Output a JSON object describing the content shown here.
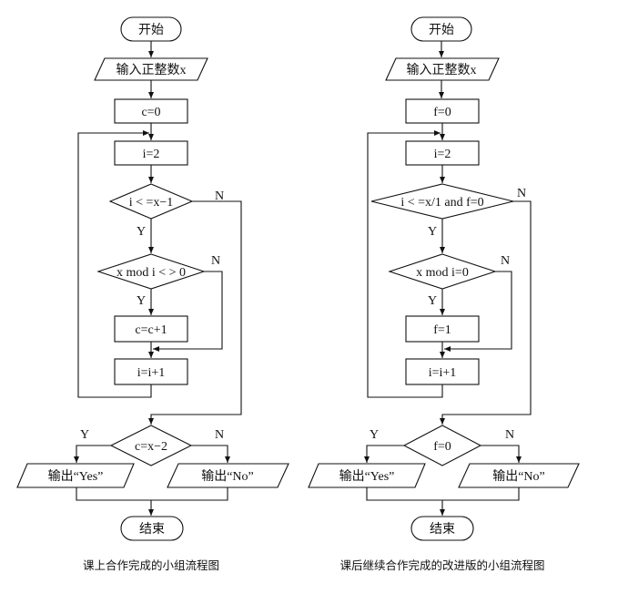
{
  "left": {
    "start": "开始",
    "input": "输入正整数x",
    "init": "c=0",
    "i_init": "i=2",
    "cond1": "i < =x−1",
    "cond2": "x mod i < > 0",
    "inc_c": "c=c+1",
    "inc_i": "i=i+1",
    "cond3": "c=x−2",
    "out_yes": "输出“Yes”",
    "out_no": "输出“No”",
    "end": "结束",
    "caption": "课上合作完成的小组流程图"
  },
  "right": {
    "start": "开始",
    "input": "输入正整数x",
    "init": "f=0",
    "i_init": "i=2",
    "cond1": "i < =x/1 and f=0",
    "cond2": "x mod i=0",
    "set_f": "f=1",
    "inc_i": "i=i+1",
    "cond3": "f=0",
    "out_yes": "输出“Yes”",
    "out_no": "输出“No”",
    "end": "结束",
    "caption": "课后继续合作完成的改进版的小组流程图"
  },
  "labels": {
    "y": "Y",
    "n": "N"
  }
}
